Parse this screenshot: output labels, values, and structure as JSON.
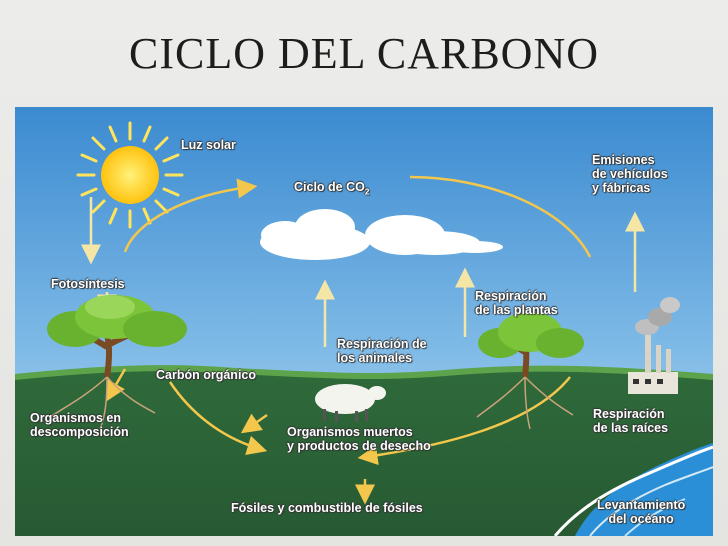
{
  "title": "CICLO DEL CARBONO",
  "diagram": {
    "labels": {
      "sunlight": "Luz solar",
      "co2_cycle": "Ciclo de CO",
      "co2_sub": "2",
      "emissions_1": "Emisiones",
      "emissions_2": "de vehículos",
      "emissions_3": "y fábricas",
      "photosynthesis": "Fotosíntesis",
      "plant_resp_1": "Respiración",
      "plant_resp_2": "de las plantas",
      "animal_resp_1": "Respiración de",
      "animal_resp_2": "los animales",
      "organic_carbon": "Carbón orgánico",
      "decomp_1": "Organismos en",
      "decomp_2": "descomposición",
      "dead_1": "Organismos muertos",
      "dead_2": "y productos de desecho",
      "root_resp_1": "Respiración",
      "root_resp_2": "de las raíces",
      "fossils": "Fósiles y combustible de fósiles",
      "ocean_1": "Levantamiento",
      "ocean_2": "del océano"
    },
    "colors": {
      "sky_top": "#3f8fd0",
      "sky_bottom": "#a9d3ef",
      "ground": "#2f6b3d",
      "arrow": "#f2c74b",
      "sun": "#ffd21f",
      "water": "#2a8fd6"
    },
    "icons": [
      "sun-icon",
      "cloud-icon",
      "tree-icon",
      "sheep-icon",
      "factory-icon",
      "ocean-icon"
    ]
  }
}
